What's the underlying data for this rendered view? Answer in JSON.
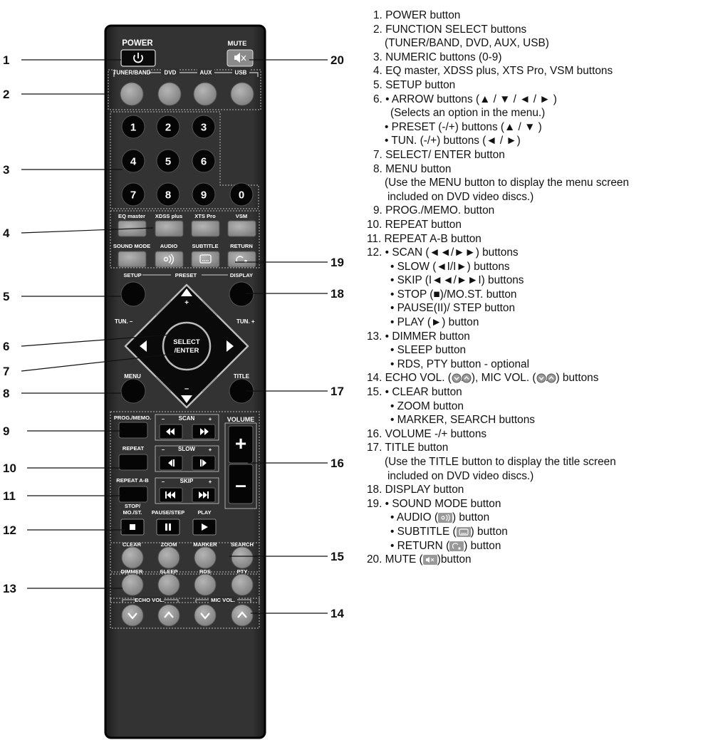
{
  "remote": {
    "power_label": "POWER",
    "mute_label": "MUTE",
    "func_labels": [
      "TUNER/BAND",
      "DVD",
      "AUX",
      "USB"
    ],
    "numbers": [
      "1",
      "2",
      "3",
      "4",
      "5",
      "6",
      "7",
      "8",
      "9",
      "0"
    ],
    "eq_labels": [
      "EQ master",
      "XDSS plus",
      "XTS Pro",
      "VSM"
    ],
    "row19_labels": [
      "SOUND MODE",
      "AUDIO",
      "SUBTITLE",
      "RETURN"
    ],
    "setup_label": "SETUP",
    "preset_label": "PRESET",
    "display_label": "DISPLAY",
    "tun_minus_label": "TUN. –",
    "tun_plus_label": "TUN. +",
    "select_line1": "SELECT",
    "select_line2": "/ENTER",
    "menu_label": "MENU",
    "title_label": "TITLE",
    "prog_label": "PROG./MEMO.",
    "repeat_label": "REPEAT",
    "repeatab_label": "REPEAT A-B",
    "scan_label": "SCAN",
    "slow_label": "SLOW",
    "skip_label": "SKIP",
    "minus": "–",
    "plus": "+",
    "volume_label": "VOLUME",
    "stop_label_1": "STOP/",
    "stop_label_2": "MO./ST.",
    "pause_label": "PAUSE/STEP",
    "play_label": "PLAY",
    "row15_labels": [
      "CLEAR",
      "ZOOM",
      "MARKER",
      "SEARCH"
    ],
    "row13_labels": [
      "DIMMER",
      "SLEEP",
      "RDS",
      "PTY"
    ],
    "echo_label": "ECHO VOL.",
    "mic_label": "MIC VOL."
  },
  "callouts": {
    "left": [
      "1",
      "2",
      "3",
      "4",
      "5",
      "6",
      "7",
      "8",
      "9",
      "10",
      "11",
      "12",
      "13"
    ],
    "right": [
      "20",
      "19",
      "18",
      "17",
      "16",
      "15",
      "14"
    ]
  },
  "legend": {
    "i1": "1. POWER button",
    "i2a": "2. FUNCTION SELECT buttons",
    "i2b": "(TUNER/BAND, DVD, AUX, USB)",
    "i3": "3. NUMERIC buttons (0-9)",
    "i4": "4. EQ master, XDSS plus, XTS Pro, VSM buttons",
    "i5": "5. SETUP button",
    "i6a": "6. • ARROW buttons (▲ / ▼ / ◄ / ► )",
    "i6b": "(Selects an option in the menu.)",
    "i6c": "• PRESET (-/+) buttons (▲ / ▼ )",
    "i6d": "• TUN. (-/+) buttons (◄ / ►)",
    "i7": "7. SELECT/ ENTER button",
    "i8a": "8. MENU button",
    "i8b": "(Use the MENU button to display the menu screen",
    "i8c": "included on DVD video discs.)",
    "i9": "9. PROG./MEMO. button",
    "i10": "10. REPEAT button",
    "i11": "11. REPEAT A-B button",
    "i12a": "12. • SCAN (◄◄/►►) buttons",
    "i12b": "• SLOW (◄I/I►) buttons",
    "i12c": "• SKIP (I◄◄/►►I) buttons",
    "i12d": "• STOP (■)/MO.ST. button",
    "i12e": "• PAUSE(II)/ STEP button",
    "i12f": "• PLAY (►) button",
    "i13a": "13. • DIMMER button",
    "i13b": "• SLEEP button",
    "i13c": "• RDS, PTY button - optional",
    "i14_pre": "14. ECHO VOL. (",
    "i14_mid": "), MIC VOL. (",
    "i14_post": ") buttons",
    "i15a": "15. • CLEAR button",
    "i15b": "• ZOOM button",
    "i15c": "• MARKER, SEARCH buttons",
    "i16": "16. VOLUME -/+ buttons",
    "i17a": "17. TITLE button",
    "i17b": "(Use the TITLE button to display the title screen",
    "i17c": "included on DVD video discs.)",
    "i18": "18. DISPLAY button",
    "i19a": "19. • SOUND MODE button",
    "i19b_pre": "• AUDIO (",
    "i19b_post": ") button",
    "i19c_pre": "• SUBTITLE (",
    "i19c_post": ") button",
    "i19d_pre": "• RETURN (",
    "i19d_post": ") button",
    "i20_pre": "20. MUTE (",
    "i20_post": ")button"
  },
  "colors": {
    "body": "#2b2b2b",
    "body_edge": "#111111",
    "gray_button": "#8f8f8f",
    "black_button": "#0a0a0a",
    "dotted": "#bdbdbd"
  }
}
